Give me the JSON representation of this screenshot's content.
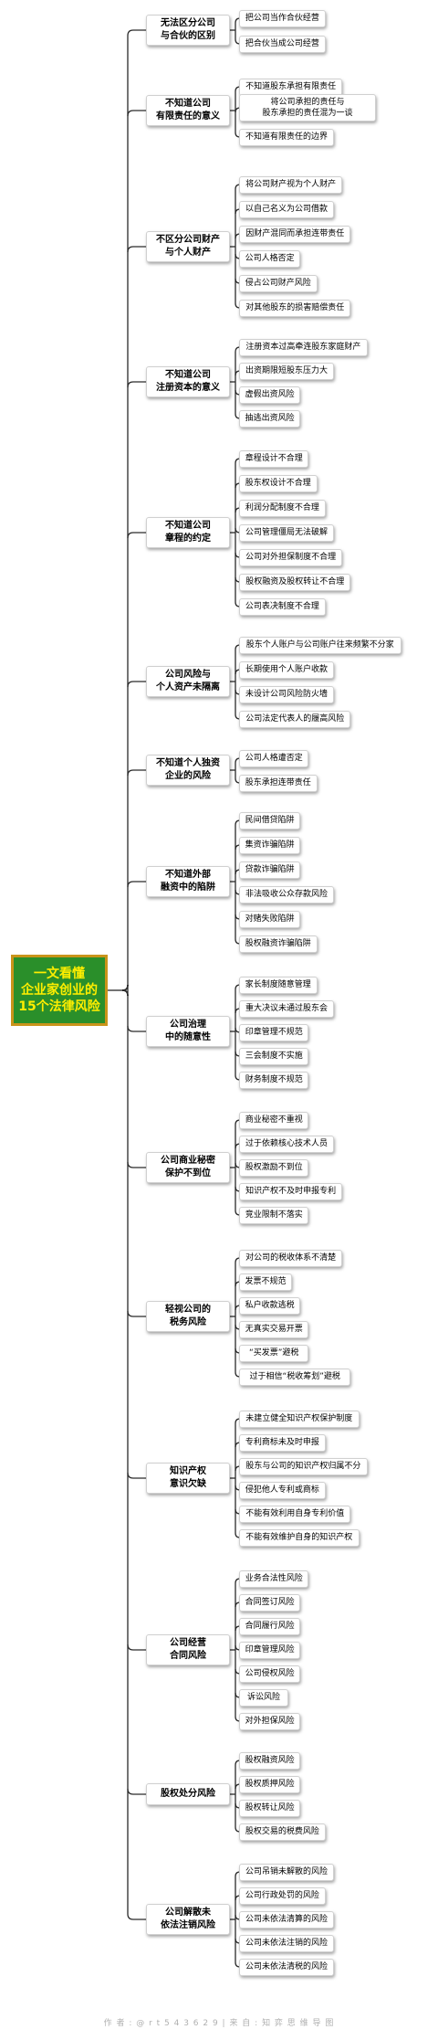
{
  "title": "一文看懂\n企业家创业的\n15个法律风险",
  "categories": [
    {
      "label": "无法区分公司\n与合伙的区别",
      "items": [
        "把公司当作合伙经营",
        "把合伙当成公司经营"
      ]
    },
    {
      "label": "不知道公司\n有限责任的意义",
      "items": [
        "不知道股东承担有限责任",
        "将公司承担的责任与\n股东承担的责任混为一谈",
        "不知道有限责任的边界"
      ]
    },
    {
      "label": "不区分公司财产\n与个人财产",
      "items": [
        "将公司财产视为个人财产",
        "以自己名义为公司借款",
        "因财产混同而承担连带责任",
        "公司人格否定",
        "侵占公司财产风险",
        "对其他股东的损害赔偿责任"
      ]
    },
    {
      "label": "不知道公司\n注册资本的意义",
      "items": [
        "注册资本过高牵连股东家庭财产",
        "出资期限短股东压力大",
        "虚假出资风险",
        "抽逃出资风险"
      ]
    },
    {
      "label": "不知道公司\n章程的约定",
      "items": [
        "章程设计不合理",
        "股东权设计不合理",
        "利润分配制度不合理",
        "公司管理僵局无法破解",
        "公司对外担保制度不合理",
        "股权融资及股权转让不合理",
        "公司表决制度不合理"
      ]
    },
    {
      "label": "公司风险与\n个人资产未隔离",
      "items": [
        "股东个人账户与公司账户往来频繁不分家",
        "长期使用个人账户收款",
        "未设计公司风险防火墙",
        "公司法定代表人的履高风险"
      ]
    },
    {
      "label": "不知道个人独资\n企业的风险",
      "items": [
        "公司人格遭否定",
        "股东承担连带责任"
      ]
    },
    {
      "label": "不知道外部\n融资中的陷阱",
      "items": [
        "民间借贷陷阱",
        "集资诈骗陷阱",
        "贷款诈骗陷阱",
        "非法吸收公众存款风险",
        "对赌失败陷阱",
        "股权融资诈骗陷阱"
      ]
    },
    {
      "label": "公司治理\n中的随意性",
      "items": [
        "家长制度随意管理",
        "重大决议未通过股东会",
        "印章管理不规范",
        "三会制度不实施",
        "财务制度不规范"
      ]
    },
    {
      "label": "公司商业秘密\n保护不到位",
      "items": [
        "商业秘密不重视",
        "过于依赖核心技术人员",
        "股权激励不到位",
        "知识产权不及时申报专利",
        "竞业限制不落实"
      ]
    },
    {
      "label": "轻视公司的\n税务风险",
      "items": [
        "对公司的税收体系不清楚",
        "发票不规范",
        "私户收款逃税",
        "无真实交易开票",
        "“买发票”避税",
        "过于相信“税收筹划”避税"
      ]
    },
    {
      "label": "知识产权\n意识欠缺",
      "items": [
        "未建立健全知识产权保护制度",
        "专利商标未及时申报",
        "股东与公司的知识产权归属不分",
        "侵犯他人专利或商标",
        "不能有效利用自身专利价值",
        "不能有效维护自身的知识产权"
      ]
    },
    {
      "label": "公司经营\n合同风险",
      "items": [
        "业务合法性风险",
        "合同签订风险",
        "合同履行风险",
        "印章管理风险",
        "公司侵权风险",
        "诉讼风险",
        "对外担保风险"
      ]
    },
    {
      "label": "股权处分风险",
      "items": [
        "股权融资风险",
        "股权质押风险",
        "股权转让风险",
        "股权交易的税费风险"
      ]
    },
    {
      "label": "公司解散未\n依法注销风险",
      "items": [
        "公司吊销未解散的风险",
        "公司行政处罚的风险",
        "公司未依法清算的风险",
        "公司未依法注销的风险",
        "公司未依法清税的风险"
      ]
    }
  ],
  "footer": "作 者 : @ r t 5 4 3 6 2 9  |  来 自 : 知 弈 思 维 导 图",
  "colors": {
    "line": "#2a2a2a",
    "root_bg": "#2a8f2a",
    "root_border": "#c9941a",
    "root_text": "#ffee00"
  }
}
